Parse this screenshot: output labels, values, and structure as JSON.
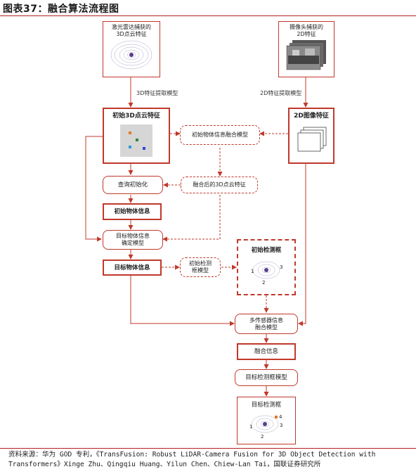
{
  "header": {
    "title": "图表37：融合算法流程图"
  },
  "nodes": {
    "lidar_capture": "激光雷达捕获的\n3D点云特征",
    "camera_capture": "摄像头捕获的\n2D特征",
    "feat3d_model": "3D特征提取模型",
    "feat2d_model": "2D特征提取模型",
    "initial_3d_feature": "初始3D点云特征",
    "feature_2d": "2D图像特征",
    "object_fusion_model": "初始物体信息融合模型",
    "query_init": "查询初始化",
    "fused_3d_feature": "融合后的3D点云特征",
    "initial_object_info": "初始物体信息",
    "target_object_model": "目标物体信息\n确定模型",
    "target_object_info": "目标物体信息",
    "initial_detect_model": "初始检测\n框模型",
    "initial_detect_box": "初始检测框",
    "multi_sensor_model": "多传感器信息\n融合模型",
    "fused_info": "融合信息",
    "target_detect_model": "目标检测框模型",
    "target_detect_box": "目标检测框"
  },
  "box_numbers": {
    "initial": [
      "1",
      "2",
      "3"
    ],
    "target": [
      "1",
      "2",
      "3",
      "4"
    ]
  },
  "footer": {
    "source": "资料来源：华为 GOD 专利，《TransFusion: Robust LiDAR-Camera Fusion for 3D Object Detection with Transformers》Xinge Zhu、Qingqiu Huang、Yilun Chen、Chiew-Lan Tai，国联证券研究所"
  },
  "colors": {
    "accent": "#c0392b",
    "title_rule": "#b42020"
  }
}
